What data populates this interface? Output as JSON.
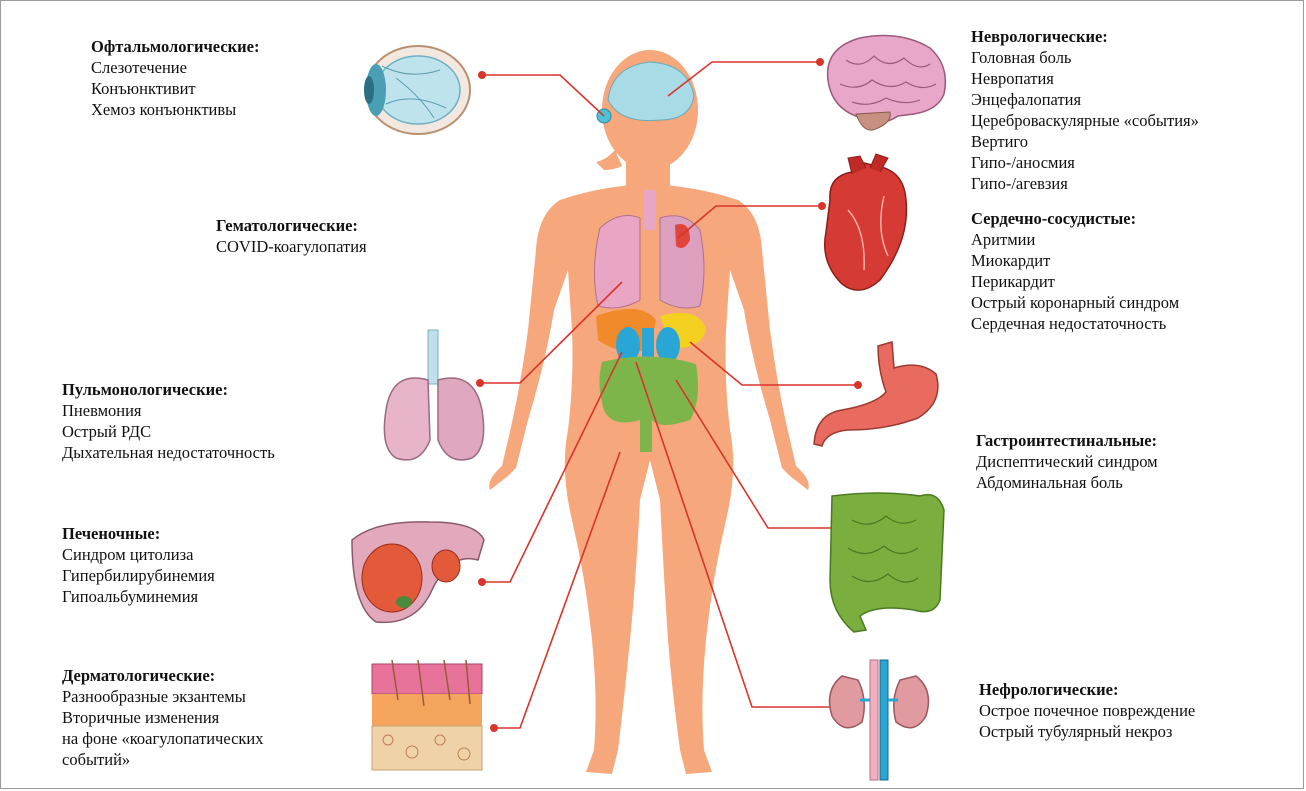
{
  "groups": {
    "ophthalmologic": {
      "title": "Офтальмологические:",
      "items": [
        "Слезотечение",
        "Конъюнктивит",
        "Хемоз конъюнктивы"
      ]
    },
    "hematologic": {
      "title": "Гематологические:",
      "items": [
        "COVID-коагулопатия"
      ]
    },
    "pulmonologic": {
      "title": "Пульмонологические:",
      "items": [
        "Пневмония",
        "Острый РДС",
        "Дыхательная недостаточность"
      ]
    },
    "hepatic": {
      "title": "Печеночные:",
      "items": [
        "Синдром цитолиза",
        "Гипербилирубинемия",
        "Гипоальбуминемия"
      ]
    },
    "dermatologic": {
      "title": "Дерматологические:",
      "items": [
        "Разнообразные экзантемы",
        "Вторичные изменения",
        "на фоне «коагулопатических",
        "событий»"
      ]
    },
    "neurologic": {
      "title": "Неврологические:",
      "items": [
        "Головная боль",
        "Невропатия",
        "Энцефалопатия",
        "Цереброваскулярные «события»",
        "Вертиго",
        "Гипо-/аносмия",
        "Гипо-/агевзия"
      ]
    },
    "cardiovascular": {
      "title": "Сердечно-сосудистые:",
      "items": [
        "Аритмии",
        "Миокардит",
        "Перикардит",
        "Острый коронарный синдром",
        "Сердечная недостаточность"
      ]
    },
    "gastrointestinal": {
      "title": "Гастроинтестинальные:",
      "items": [
        "Диспептический синдром",
        "Абдоминальная боль"
      ]
    },
    "nephrologic": {
      "title": "Нефрологические:",
      "items": [
        "Острое почечное повреждение",
        "Острый тубулярный некроз"
      ]
    }
  },
  "colors": {
    "body": "#f6a77c",
    "connector": "#d8342a",
    "lung": "#e9a6c4",
    "brain": "#a9dbe6",
    "heart": "#e0453c",
    "intestine": "#7eb54a",
    "kidney_vessel": "#2aa6d6"
  },
  "icons": [
    "eye-icon",
    "brain-icon",
    "heart-icon",
    "lungs-icon",
    "stomach-icon",
    "liver-icon",
    "intestine-icon",
    "skin-icon",
    "kidney-icon",
    "human-body-figure"
  ]
}
